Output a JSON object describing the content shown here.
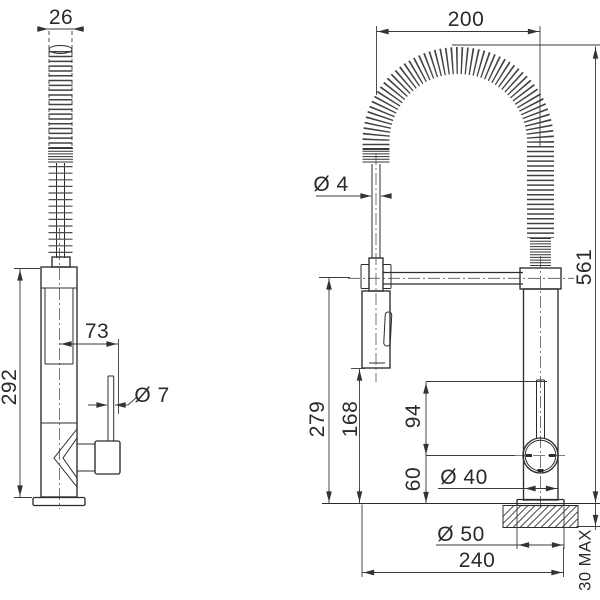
{
  "page": {
    "background": "#ffffff",
    "ink": "#2c2c2c",
    "dim_color": "#3a3a3a"
  },
  "drawing": {
    "side_view": {
      "dims": {
        "spring_width": "26",
        "handle_offset": "73",
        "lever_diameter": "Ø 7",
        "height": "292"
      }
    },
    "front_view": {
      "dims": {
        "hose_span": "200",
        "hose_diameter": "Ø 4",
        "overall_height": "561",
        "spout_height": "279",
        "outlet_height": "168",
        "upper_body": "94",
        "handle_height": "60",
        "body_diameter": "Ø 40",
        "flange_diameter": "Ø 50",
        "depth": "240",
        "bench_thickness": "30 MAX"
      }
    }
  }
}
